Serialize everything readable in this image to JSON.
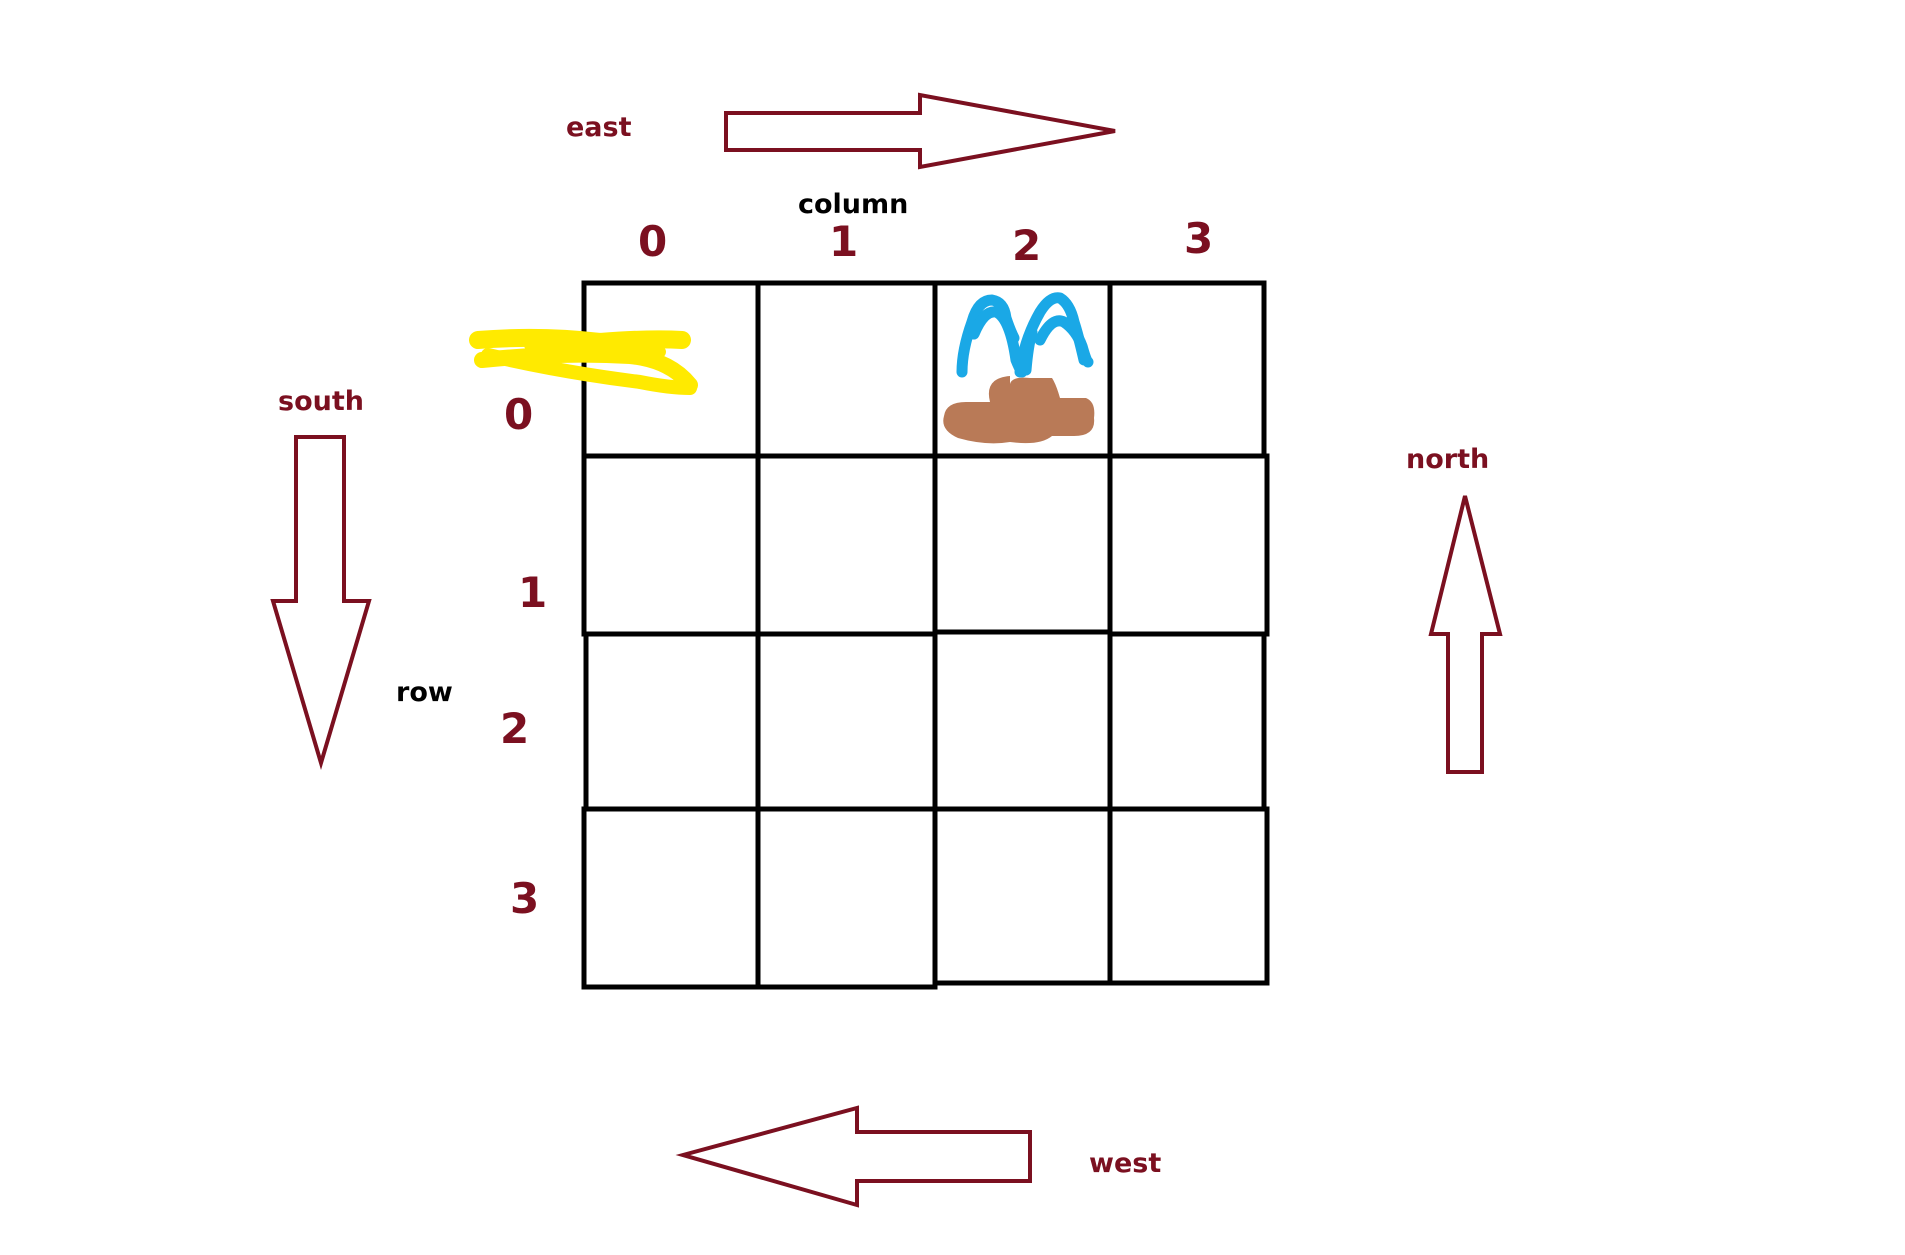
{
  "labels": {
    "east": "east",
    "west": "west",
    "north": "north",
    "south": "south",
    "column": "column",
    "row": "row"
  },
  "grid": {
    "rows": 4,
    "columns": 4,
    "column_indices": [
      "0",
      "1",
      "2",
      "3"
    ],
    "row_indices": [
      "0",
      "1",
      "2",
      "3"
    ],
    "markers": [
      {
        "type": "yellow-scribble-arrow",
        "row": 0,
        "column": 0,
        "color": "#ffea00"
      },
      {
        "type": "fountain",
        "row": 0,
        "column": 2,
        "water_color": "#1aa8e6",
        "base_color": "#b97a57"
      }
    ]
  },
  "colors": {
    "direction": "#7b1020",
    "grid_line": "#000000",
    "background": "#ffffff"
  }
}
